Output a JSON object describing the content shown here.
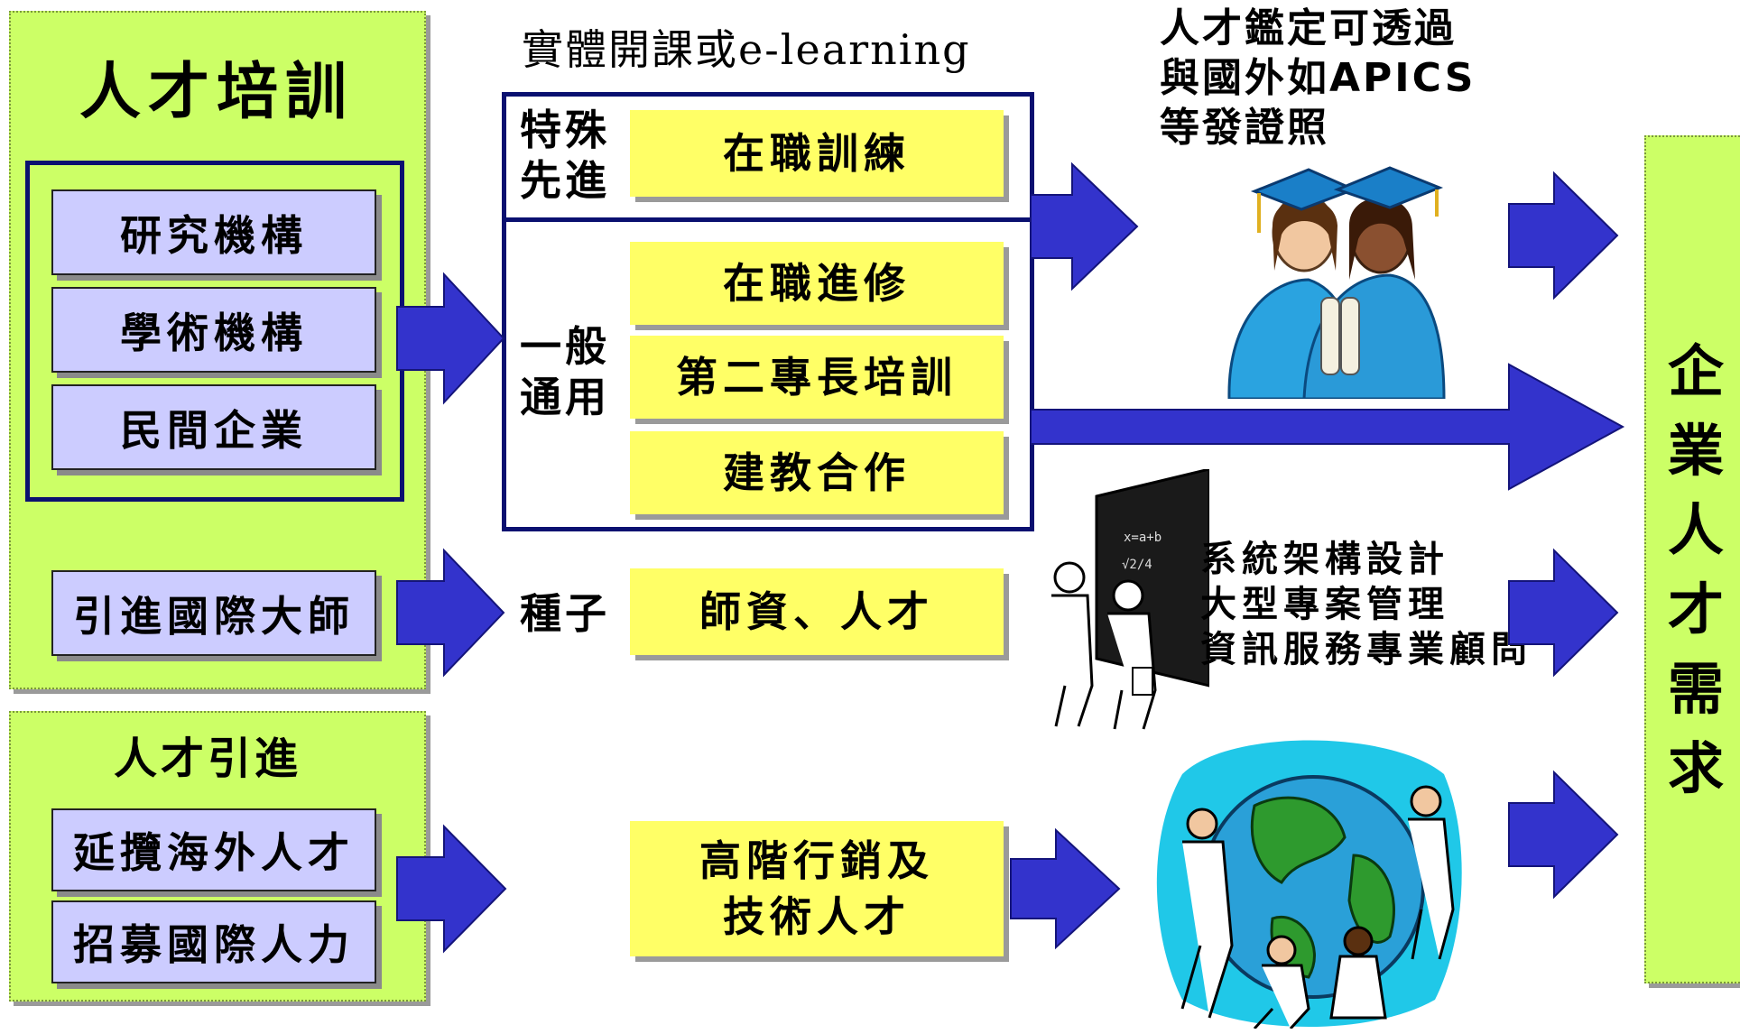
{
  "left": {
    "training_title": "人才培訓",
    "institutions": [
      "研究機構",
      "學術機構",
      "民間企業"
    ],
    "masters": "引進國際大師",
    "recruit_title": "人才引進",
    "recruit_items": [
      "延攬海外人才",
      "招募國際人力"
    ]
  },
  "middle": {
    "heading": "實體開課或e-learning",
    "special_label": "特殊\n先進",
    "special_item": "在職訓練",
    "general_label": "一般\n通用",
    "general_items": [
      "在職進修",
      "第二專長培訓",
      "建教合作"
    ],
    "seed_label": "種子",
    "seed_item": "師資、人才",
    "marketing_item": "高階行銷及\n技術人才"
  },
  "right": {
    "certification_note": "人才鑑定可透過\n與國外如APICS\n等發證照",
    "skills": [
      "系統架構設計",
      "大型專案管理",
      "資訊服務專業顧問"
    ],
    "demand_label": "企業人才需求"
  },
  "colors": {
    "panel_green": "#ccff66",
    "box_purple": "#ccccff",
    "box_yellow": "#ffff66",
    "arrow_blue": "#3333cc",
    "frame_navy": "#0a1070"
  },
  "illustrations": [
    "graduates-illustration",
    "chalkboard-illustration",
    "globe-people-illustration"
  ]
}
